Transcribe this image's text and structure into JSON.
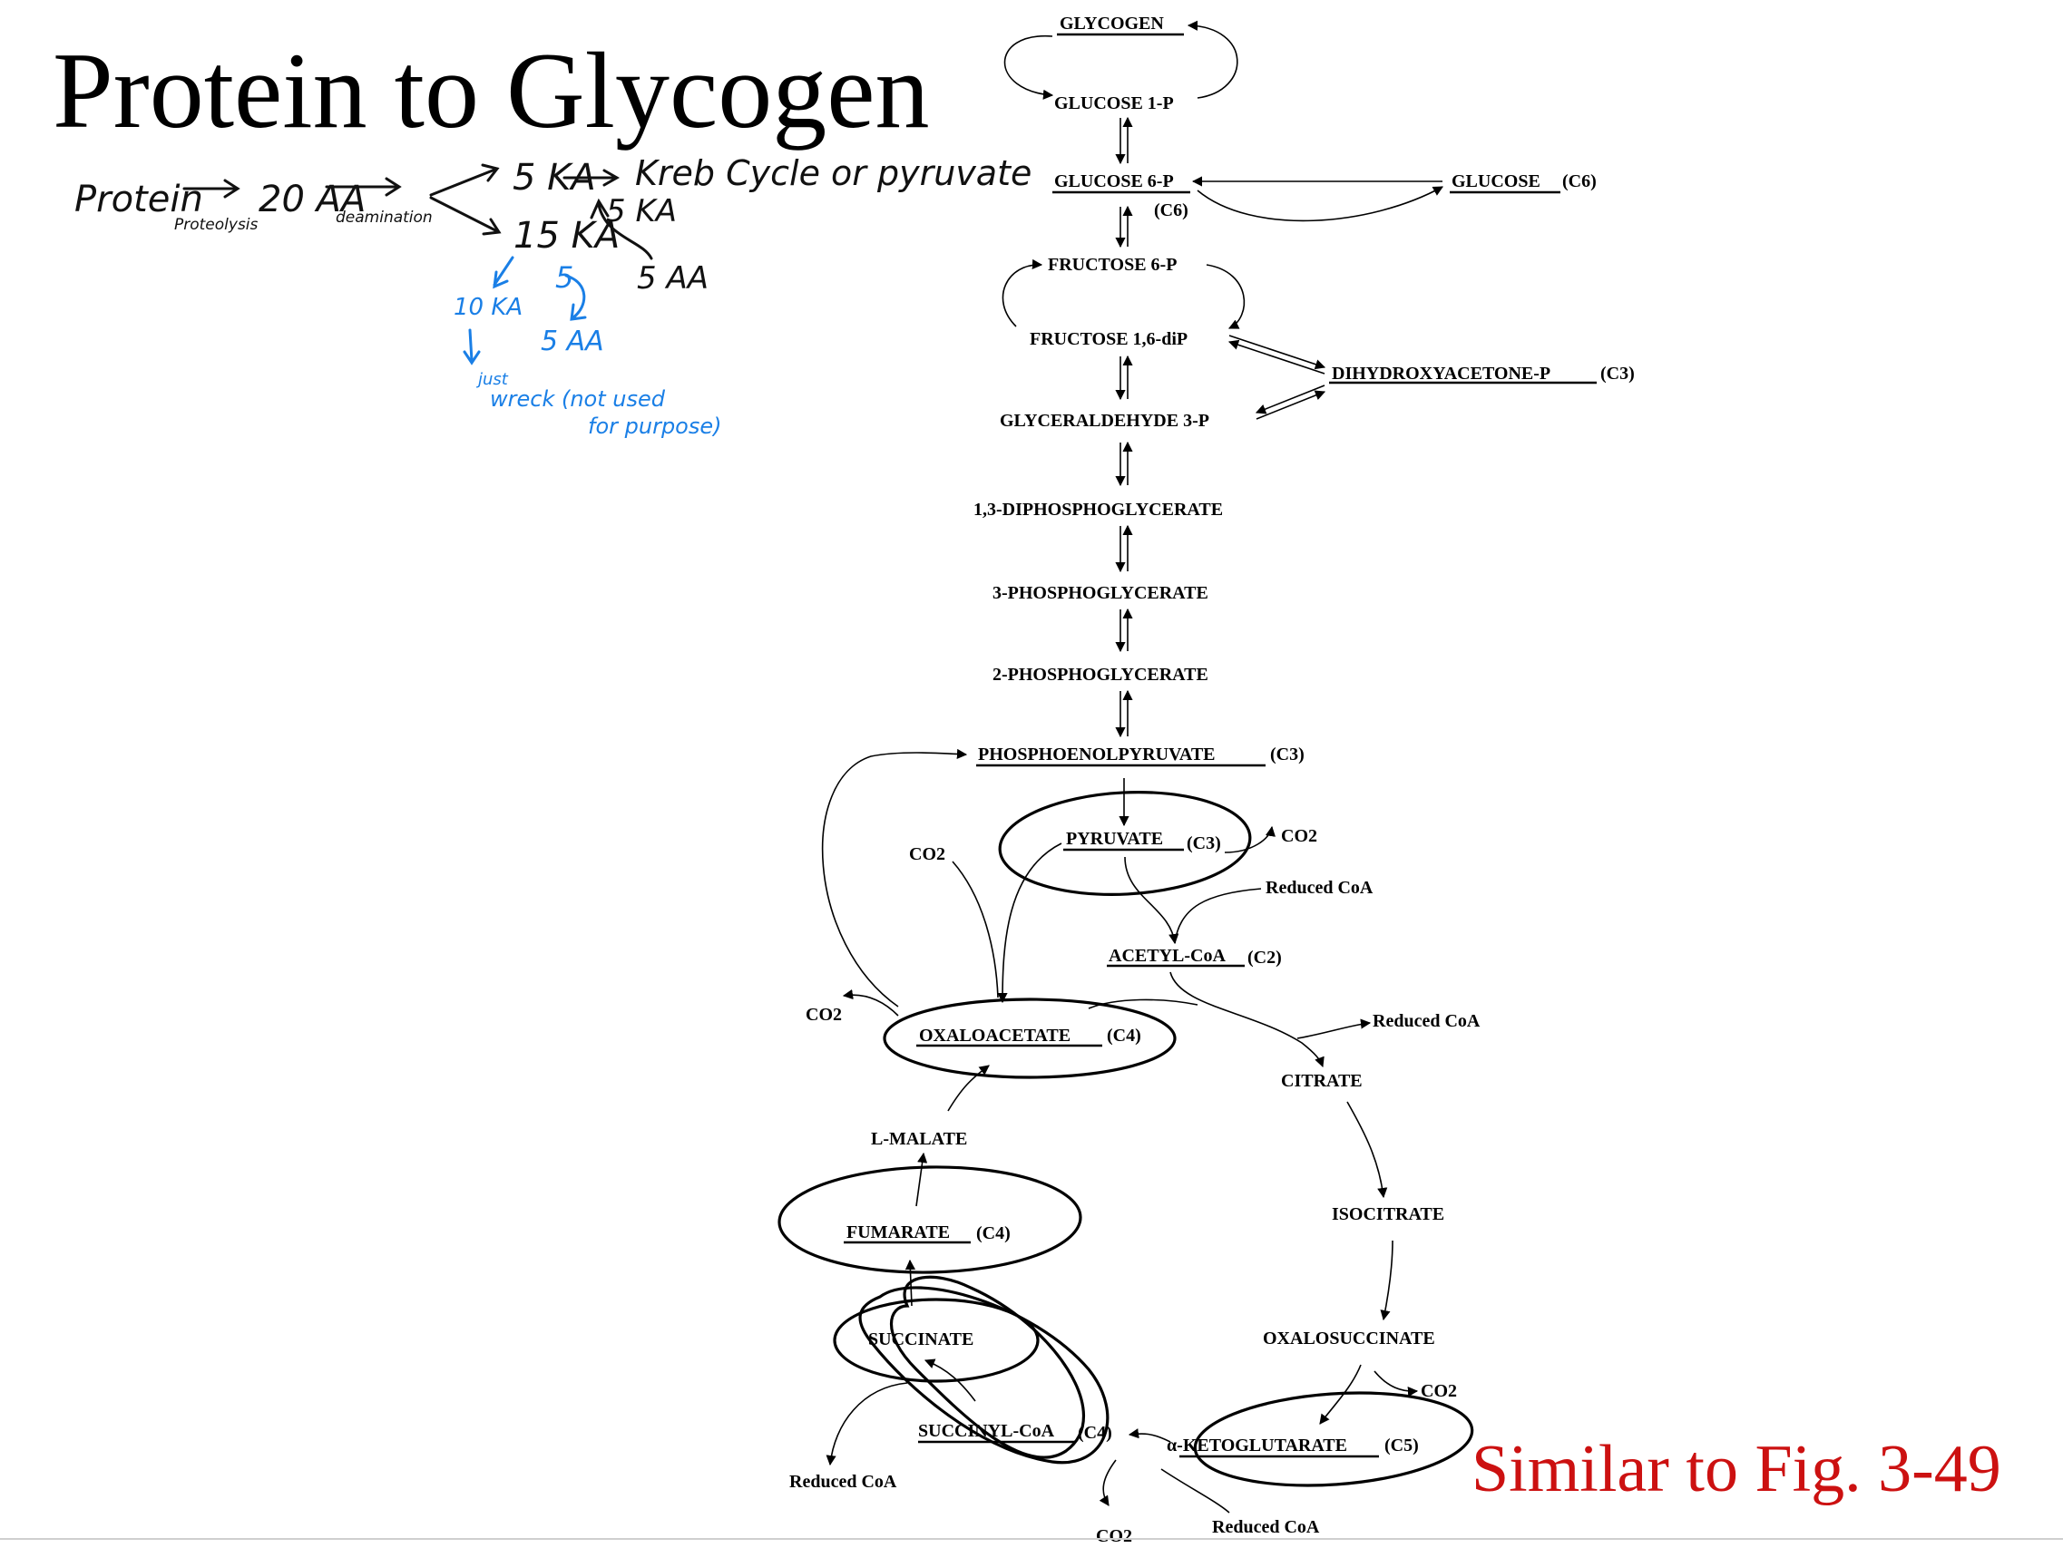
{
  "slide": {
    "title": "Protein to Glycogen",
    "figure_reference": "Similar to Fig. 3-49"
  },
  "handwritten_notes": {
    "protein": "Protein",
    "proteolysis": "Proteolysis",
    "twenty_aa": "20 AA",
    "deamination": "deamination",
    "five_ka": "5 KA",
    "krebs_or_pyruvate": "Kreb Cycle or pyruvate",
    "fifteen_ka": "15 KA",
    "five_ka_back": "5 KA",
    "five_aa": "5 AA",
    "blue_five": "5",
    "blue_ten_ka": "10 KA",
    "blue_five_aa": "5 AA",
    "blue_just": "just",
    "blue_wreck": "wreck (not used",
    "blue_purpose": "for purpose)"
  },
  "pathway": {
    "glycogen": "GLYCOGEN",
    "glucose_1p": "GLUCOSE 1-P",
    "glucose_6p": "GLUCOSE 6-P",
    "glucose_6p_carbon": "(C6)",
    "glucose": "GLUCOSE",
    "glucose_carbon": "(C6)",
    "fructose_6p": "FRUCTOSE 6-P",
    "fructose_16dip": "FRUCTOSE 1,6-diP",
    "dihydroxyacetone_p": "DIHYDROXYACETONE-P",
    "dihydroxyacetone_carbon": "(C3)",
    "glyceraldehyde_3p": "GLYCERALDEHYDE 3-P",
    "diphosphoglycerate_13": "1,3-DIPHOSPHOGLYCERATE",
    "phosphoglycerate_3": "3-PHOSPHOGLYCERATE",
    "phosphoglycerate_2": "2-PHOSPHOGLYCERATE",
    "phosphoenolpyruvate": "PHOSPHOENOLPYRUVATE",
    "phosphoenolpyruvate_carbon": "(C3)",
    "pyruvate": "PYRUVATE",
    "pyruvate_carbon": "(C3)",
    "co2": "CO2",
    "reduced_coa": "Reduced CoA",
    "acetyl_coa": "ACETYL-CoA",
    "acetyl_coa_carbon": "(C2)",
    "oxaloacetate": "OXALOACETATE",
    "oxaloacetate_carbon": "(C4)",
    "citrate": "CITRATE",
    "isocitrate": "ISOCITRATE",
    "oxalosuccinate": "OXALOSUCCINATE",
    "ketoglutarate": "α-KETOGLUTARATE",
    "ketoglutarate_carbon": "(C5)",
    "succinyl_coa": "SUCCINYL-CoA",
    "succinyl_coa_carbon": "(C4)",
    "succinate": "SUCCINATE",
    "fumarate": "FUMARATE",
    "fumarate_carbon": "(C4)",
    "l_malate": "L-MALATE"
  }
}
